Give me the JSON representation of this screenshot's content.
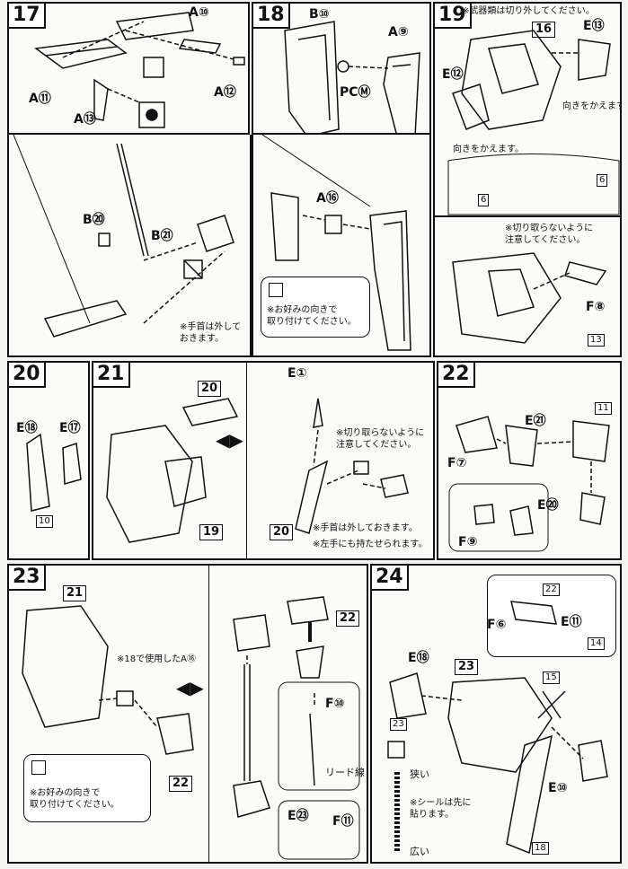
{
  "steps": {
    "s17": {
      "num": "17",
      "labels": [
        "A⑩",
        "A⑪",
        "A⑫",
        "A⑬"
      ]
    },
    "s18": {
      "num": "18",
      "labels": [
        "B⑩",
        "A⑨",
        "PCⓂ",
        "A⑯"
      ],
      "note": "※お好みの向きで\n取り付けてください。"
    },
    "s19": {
      "num": "19",
      "top_note": "※武器類は切り外してください。",
      "ref": "16",
      "labels": [
        "E⑬",
        "E⑫",
        "F⑧"
      ],
      "dir1": "向きをかえます。",
      "dir2": "向きをかえます。",
      "cut_note": "※切り取らないように\n注意してください。",
      "box6a": "6",
      "box6b": "6",
      "box13": "13"
    },
    "s17b": {
      "labels": [
        "B⑳",
        "B㉑"
      ],
      "note": "※手首は外して\nおきます。"
    },
    "s20": {
      "num": "20",
      "labels": [
        "E⑱",
        "E⑰"
      ],
      "box10": "10"
    },
    "s21": {
      "num": "21",
      "ref20a": "20",
      "ref19": "19",
      "ref20b": "20",
      "labels": [
        "E①"
      ],
      "cut_note": "※切り取らないように\n注意してください。",
      "hand_note1": "※手首は外しておきます。",
      "hand_note2": "※左手にも持たせられます。"
    },
    "s22": {
      "num": "22",
      "labels": [
        "E㉑",
        "F⑦",
        "E⑳",
        "F⑨"
      ],
      "box11": "11"
    },
    "s23": {
      "num": "23",
      "ref21": "21",
      "ref22a": "22",
      "ref22b": "22",
      "used_note": "※18で使用したA⑯",
      "labels": [
        "F⑩",
        "E㉓",
        "F⑪"
      ],
      "wire": "リード線",
      "note": "※お好みの向きで\n取り付けてください。"
    },
    "s24": {
      "num": "24",
      "labels": [
        "F⑥",
        "E⑪",
        "E⑱",
        "E⑩"
      ],
      "ref23": "23",
      "box22": "22",
      "box14": "14",
      "box15": "15",
      "box23": "23",
      "box18": "18",
      "narrow": "狭い",
      "wide": "広い",
      "seal_note": "※シールは先に\n貼ります。"
    }
  }
}
